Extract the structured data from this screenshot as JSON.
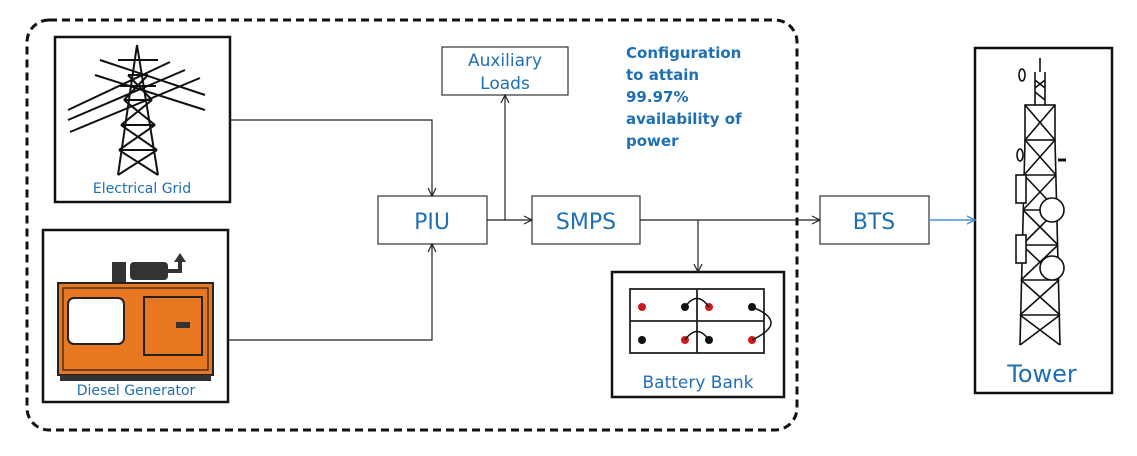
{
  "sources": {
    "grid_label": "Electrical Grid",
    "generator_label": "Diesel Generator"
  },
  "blocks": {
    "aux_line1": "Auxiliary",
    "aux_line2": "Loads",
    "piu": "PIU",
    "smps": "SMPS",
    "bts": "BTS",
    "battery_label": "Battery Bank",
    "tower_label": "Tower"
  },
  "config_note": {
    "line1": "Configuration",
    "line2": "to attain",
    "line3": "99.97%",
    "line4": "availability of",
    "line5": "power"
  },
  "colors": {
    "text_blue": "#1f6fb5",
    "generator_orange": "#e87722",
    "battery_terminal_red": "#d0191c",
    "arrow_blue": "#4a90d9"
  }
}
